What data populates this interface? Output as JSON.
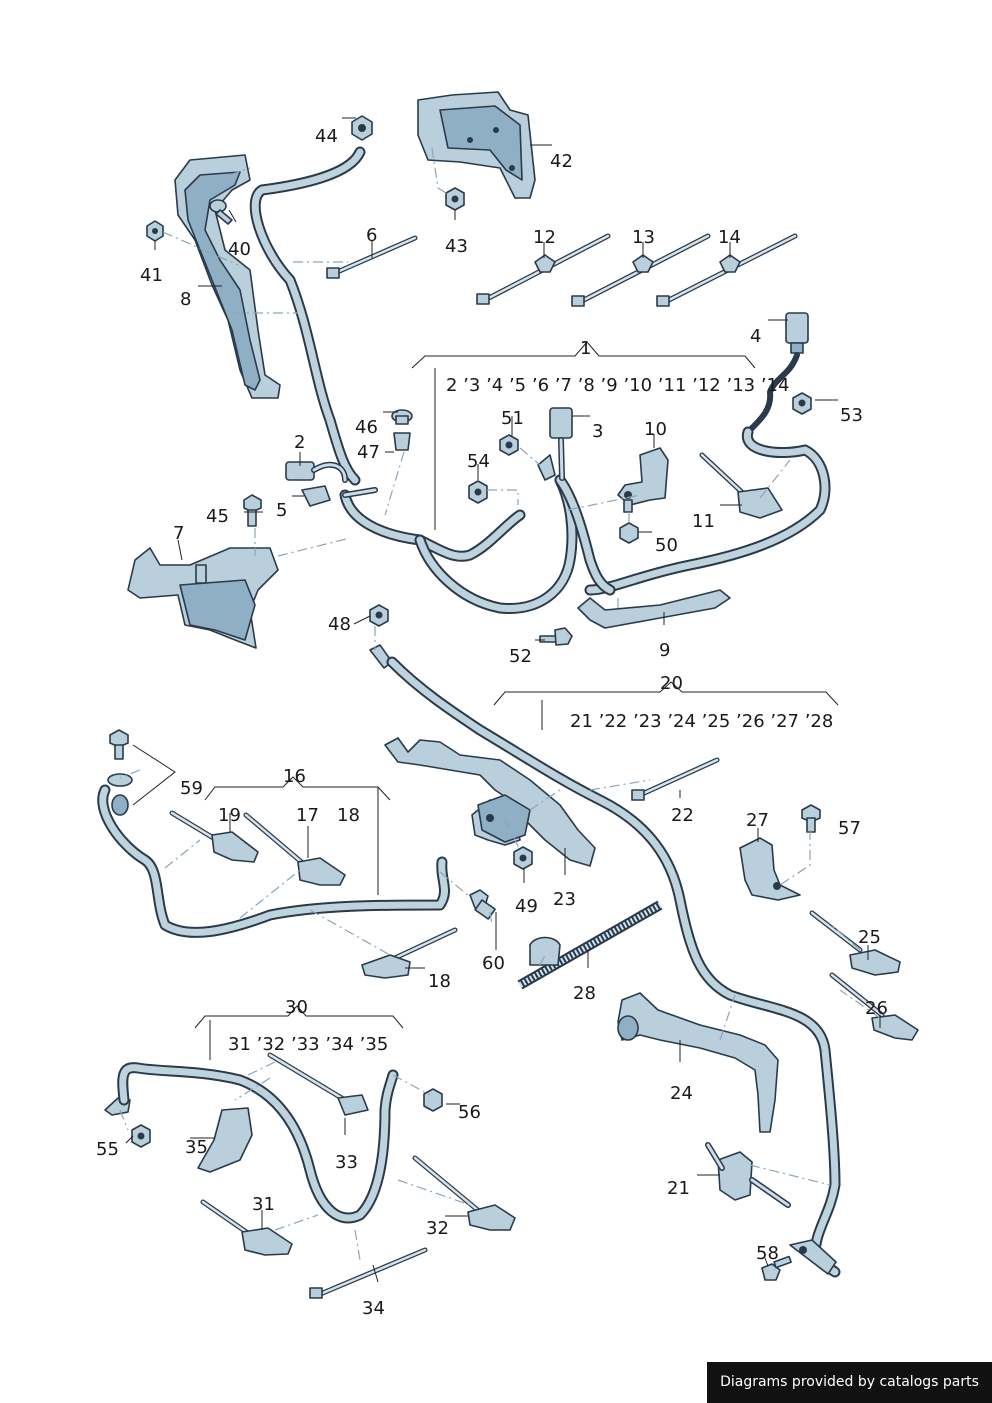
{
  "labels": {
    "p1": "1",
    "p2": "2",
    "p3": "3",
    "p4": "4",
    "p5": "5",
    "p6": "6",
    "p7": "7",
    "p8": "8",
    "p9": "9",
    "p10": "10",
    "p11": "11",
    "p12": "12",
    "p13": "13",
    "p14": "14",
    "p16": "16",
    "p17": "17",
    "p18a": "18",
    "p18b": "18",
    "p19": "19",
    "p20": "20",
    "p21": "21",
    "p22": "22",
    "p23": "23",
    "p24": "24",
    "p25": "25",
    "p26": "26",
    "p27": "27",
    "p28": "28",
    "p30": "30",
    "p31": "31",
    "p32": "32",
    "p33": "33",
    "p34": "34",
    "p35": "35",
    "p40": "40",
    "p41": "41",
    "p42": "42",
    "p43": "43",
    "p44": "44",
    "p45": "45",
    "p46": "46",
    "p47": "47",
    "p48": "48",
    "p49": "49",
    "p50": "50",
    "p51": "51",
    "p52": "52",
    "p53": "53",
    "p54": "54",
    "p55": "55",
    "p56": "56",
    "p57": "57",
    "p58": "58",
    "p59": "59",
    "p60": "60"
  },
  "groups": {
    "g1": "2 ’3 ’4  ’5 ’6 ’7 ’8 ’9 ’10 ’11 ’12 ’13 ’14",
    "g20": "21 ’22 ’23 ’24  ’25 ’26 ’27 ’28",
    "g30": "31 ’32 ’33 ’34 ’35"
  },
  "footer": "Diagrams provided by catalogs parts"
}
